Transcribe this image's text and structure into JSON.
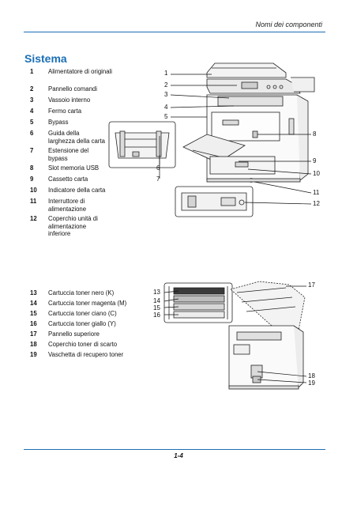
{
  "header": {
    "section": "Nomi dei componenti"
  },
  "title": "Sistema",
  "parts_top": [
    {
      "num": "1",
      "label": "Alimentatore di originali"
    },
    {
      "num": "2",
      "label": "Pannello comandi"
    },
    {
      "num": "3",
      "label": "Vassoio interno"
    },
    {
      "num": "4",
      "label": "Fermo carta"
    },
    {
      "num": "5",
      "label": "Bypass"
    },
    {
      "num": "6",
      "label": "Guida della larghezza della carta"
    },
    {
      "num": "7",
      "label": "Estensione del bypass"
    },
    {
      "num": "8",
      "label": "Slot memoria USB"
    },
    {
      "num": "9",
      "label": "Cassetto carta"
    },
    {
      "num": "10",
      "label": "Indicatore della carta"
    },
    {
      "num": "11",
      "label": "Interruttore di alimentazione"
    },
    {
      "num": "12",
      "label": "Coperchio unità di alimentazione inferiore"
    }
  ],
  "parts_bottom": [
    {
      "num": "13",
      "label": "Cartuccia toner nero (K)"
    },
    {
      "num": "14",
      "label": "Cartuccia toner magenta (M)"
    },
    {
      "num": "15",
      "label": "Cartuccia toner ciano (C)"
    },
    {
      "num": "16",
      "label": "Cartuccia toner  giallo (Y)"
    },
    {
      "num": "17",
      "label": "Pannello superiore"
    },
    {
      "num": "18",
      "label": "Coperchio toner di scarto"
    },
    {
      "num": "19",
      "label": "Vaschetta di recupero toner"
    }
  ],
  "callouts": {
    "c1": "1",
    "c2": "2",
    "c3": "3",
    "c4": "4",
    "c5": "5",
    "c6": "6",
    "c7": "7",
    "c8": "8",
    "c9": "9",
    "c10": "10",
    "c11": "11",
    "c12": "12",
    "c13": "13",
    "c14": "14",
    "c15": "15",
    "c16": "16",
    "c17": "17",
    "c18": "18",
    "c19": "19"
  },
  "footer": {
    "page": "1-4"
  },
  "colors": {
    "accent": "#1a6fb5"
  }
}
